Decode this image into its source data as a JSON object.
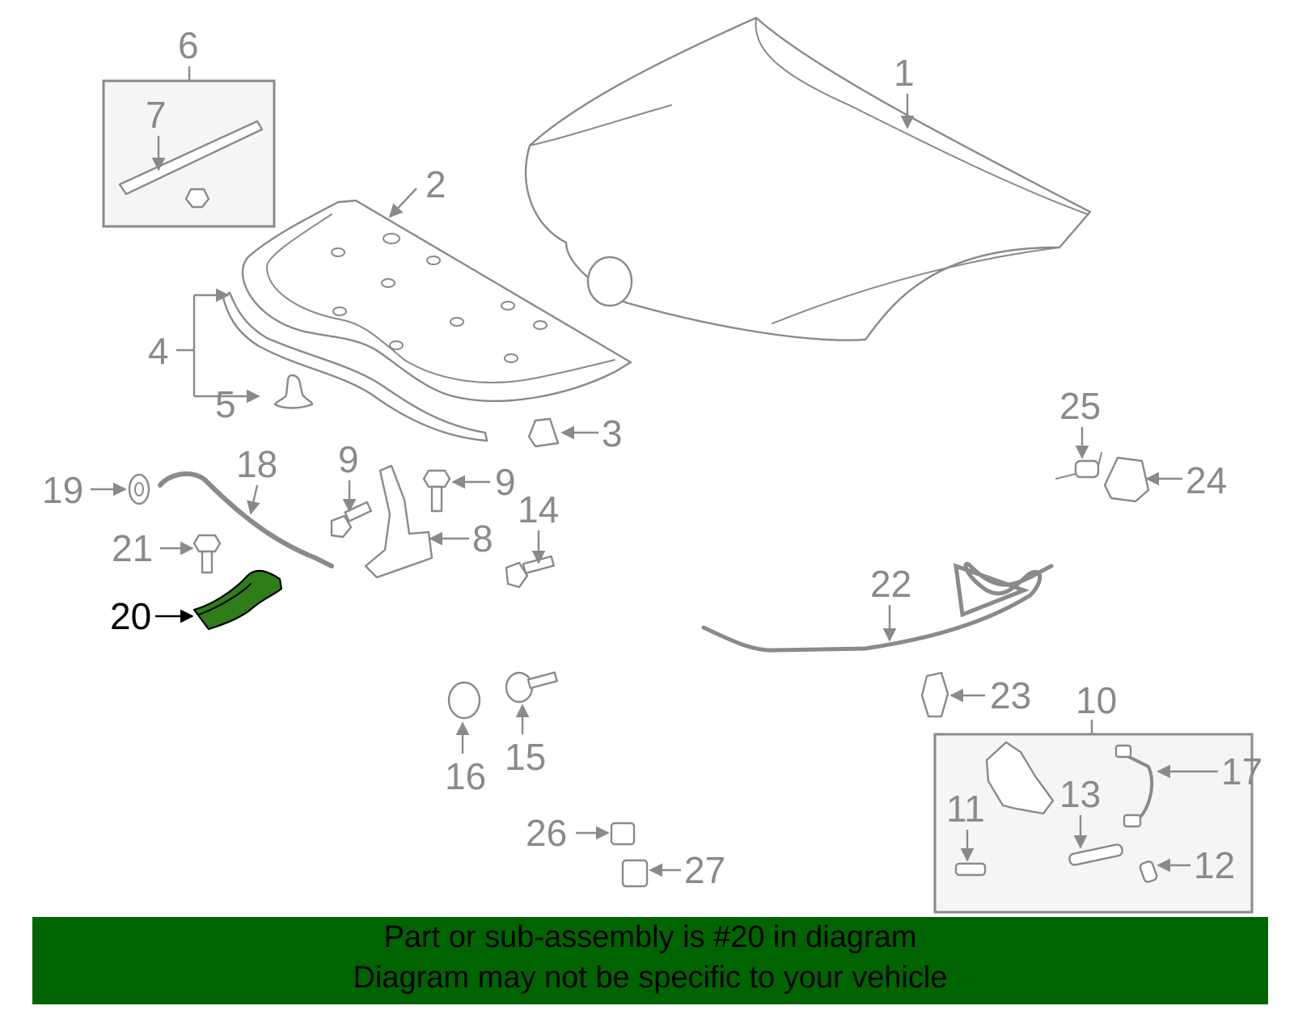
{
  "callouts": {
    "c1": "1",
    "c2": "2",
    "c3": "3",
    "c4": "4",
    "c5": "5",
    "c6": "6",
    "c7": "7",
    "c8": "8",
    "c9a": "9",
    "c9b": "9",
    "c10": "10",
    "c11": "11",
    "c12": "12",
    "c13": "13",
    "c14": "14",
    "c15": "15",
    "c16": "16",
    "c17": "17",
    "c18": "18",
    "c19": "19",
    "c20": "20",
    "c21": "21",
    "c22": "22",
    "c23": "23",
    "c24": "24",
    "c25": "25",
    "c26": "26",
    "c27": "27"
  },
  "highlighted_part": "20",
  "banner": {
    "line1": "Part or sub-assembly is #20 in diagram",
    "line2": "Diagram may not be specific to your vehicle"
  },
  "colors": {
    "banner_bg": "#006400",
    "highlight": "#2e7d19",
    "line": "#8a8a8a"
  }
}
